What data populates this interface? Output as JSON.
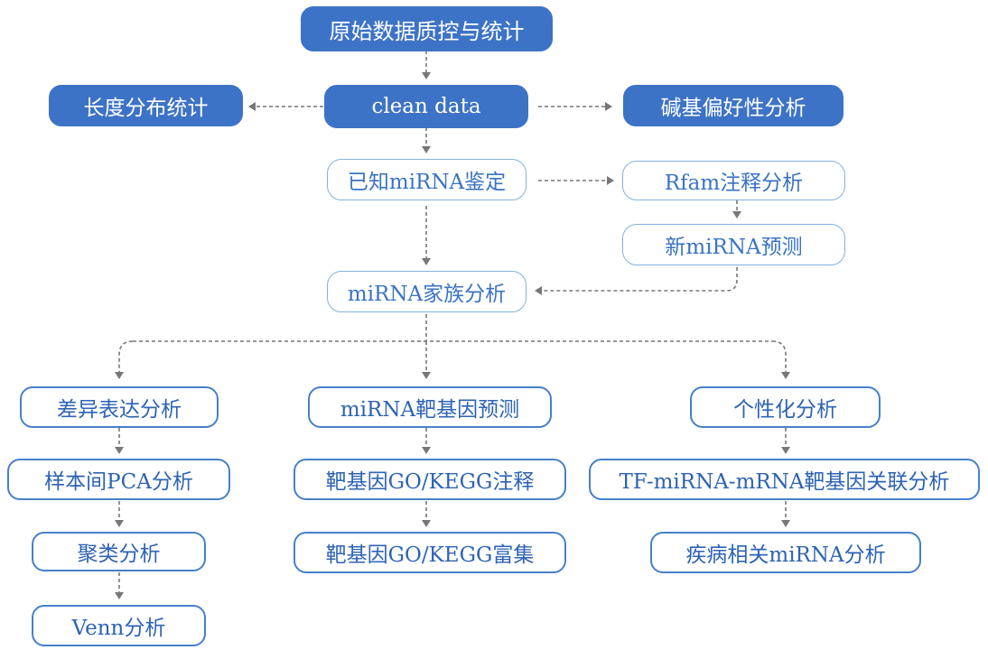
{
  "diagram": {
    "nodes": {
      "raw_qc": "原始数据质控与统计",
      "clean_data": "clean data",
      "length_dist": "长度分布统计",
      "base_pref": "碱基偏好性分析",
      "known_mirna": "已知miRNA鉴定",
      "rfam": "Rfam注释分析",
      "novel_mirna": "新miRNA预测",
      "family": "miRNA家族分析",
      "diff_expr": "差异表达分析",
      "target_pred": "miRNA靶基因预测",
      "personal": "个性化分析",
      "pca": "样本间PCA分析",
      "target_anno": "靶基因GO/KEGG注释",
      "tf_network": "TF-miRNA-mRNA靶基因关联分析",
      "cluster": "聚类分析",
      "target_enrich": "靶基因GO/KEGG富集",
      "disease": "疾病相关miRNA分析",
      "venn": "Venn分析"
    }
  }
}
